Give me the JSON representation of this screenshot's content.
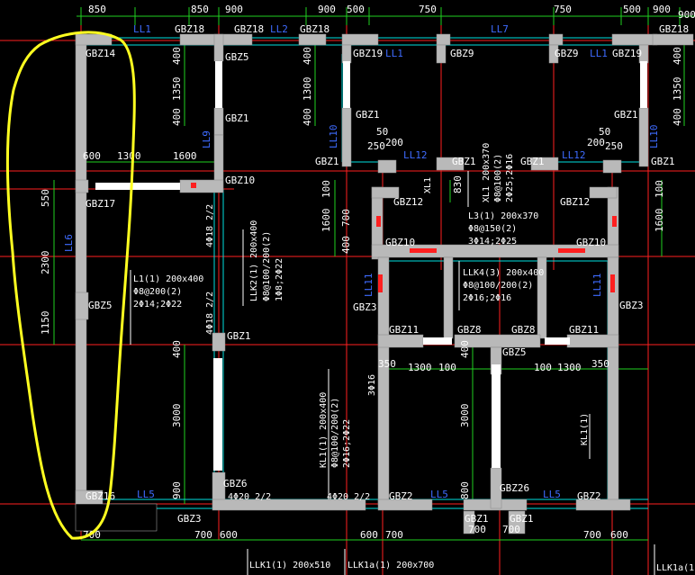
{
  "colors": {
    "background": "#000000",
    "wall": "#b9b9b9",
    "red_line": "#ff2020",
    "green_dim": "#20d020",
    "cyan": "#00e0e0",
    "blue_label": "#3e6bff",
    "highlight": "#ffff20"
  },
  "top_dims": [
    "850",
    "850",
    "900",
    "900",
    "500",
    "750",
    "750",
    "500",
    "900"
  ],
  "column_labels": [
    {
      "id": "gbz14",
      "text": "GBZ14"
    },
    {
      "id": "gbz18a",
      "text": "GBZ18"
    },
    {
      "id": "gbz18b",
      "text": "GBZ18"
    },
    {
      "id": "gbz18c",
      "text": "GBZ18"
    },
    {
      "id": "gbz18d",
      "text": "GBZ18"
    },
    {
      "id": "gbz5a",
      "text": "GBZ5"
    },
    {
      "id": "gbz19a",
      "text": "GBZ19"
    },
    {
      "id": "gbz9a",
      "text": "GBZ9"
    },
    {
      "id": "gbz9b",
      "text": "GBZ9"
    },
    {
      "id": "gbz19b",
      "text": "GBZ19"
    },
    {
      "id": "gbz1a",
      "text": "GBZ1"
    },
    {
      "id": "gbz1b",
      "text": "GBZ1"
    },
    {
      "id": "gbz1c",
      "text": "GBZ1"
    },
    {
      "id": "gbz1d",
      "text": "GBZ1"
    },
    {
      "id": "gbz1e",
      "text": "GBZ1"
    },
    {
      "id": "gbz1f",
      "text": "GBZ1"
    },
    {
      "id": "gbz1g",
      "text": "GBZ1"
    },
    {
      "id": "gbz10a",
      "text": "GBZ10"
    },
    {
      "id": "gbz17",
      "text": "GBZ17"
    },
    {
      "id": "gbz12a",
      "text": "GBZ12"
    },
    {
      "id": "gbz12b",
      "text": "GBZ12"
    },
    {
      "id": "gbz10b",
      "text": "GBZ10"
    },
    {
      "id": "gbz10c",
      "text": "GBZ10"
    },
    {
      "id": "gbz5b",
      "text": "GBZ5"
    },
    {
      "id": "gbz3a",
      "text": "GBZ3"
    },
    {
      "id": "gbz3b",
      "text": "GBZ3"
    },
    {
      "id": "gbz1h",
      "text": "GBZ1"
    },
    {
      "id": "gbz11a",
      "text": "GBZ11"
    },
    {
      "id": "gbz8a",
      "text": "GBZ8"
    },
    {
      "id": "gbz8b",
      "text": "GBZ8"
    },
    {
      "id": "gbz11b",
      "text": "GBZ11"
    },
    {
      "id": "gbz5c",
      "text": "GBZ5"
    },
    {
      "id": "gbz6",
      "text": "GBZ6"
    },
    {
      "id": "gbz16",
      "text": "GBZ16"
    },
    {
      "id": "gbz2a",
      "text": "GBZ2"
    },
    {
      "id": "gbz26",
      "text": "GBZ26"
    },
    {
      "id": "gbz2b",
      "text": "GBZ2"
    },
    {
      "id": "gbz3c",
      "text": "GBZ3"
    },
    {
      "id": "gbz1i",
      "text": "GBZ1"
    },
    {
      "id": "gbz1j",
      "text": "GBZ1"
    }
  ],
  "beam_labels": {
    "ll1a": "LL1",
    "ll2": "LL2",
    "ll7": "LL7",
    "ll1b": "LL1",
    "ll1c": "LL1",
    "ll9": "LL9",
    "ll10a": "LL10",
    "ll12a": "LL12",
    "ll12b": "LL12",
    "ll10b": "LL10",
    "ll6": "LL6",
    "ll11a": "LL11",
    "ll11b": "LL11",
    "ll5a": "LL5",
    "ll5b": "LL5",
    "ll5c": "LL5"
  },
  "dims": {
    "d400a": "400",
    "d1350": "1350",
    "d400b": "400",
    "d400c": "400",
    "d1300a": "1300",
    "d400d": "400",
    "d400e": "400",
    "d1350b": "1350",
    "d400f": "400",
    "d600": "600",
    "d1300b": "1300",
    "d1600a": "1600",
    "d550": "550",
    "d2300": "2300",
    "d1150": "1150",
    "d50a": "50",
    "d200a": "200",
    "d250a": "250",
    "d50b": "50",
    "d200b": "200",
    "d250b": "250",
    "d100a": "100",
    "d1600b": "1600",
    "d400g": "400",
    "d700a": "700",
    "d100b": "100",
    "d1600c": "1600",
    "d830": "830",
    "d400h": "400",
    "d3000a": "3000",
    "d900a": "900",
    "d350a": "350",
    "d1300c": "1300",
    "d100c": "100",
    "d400i": "400",
    "d3000b": "3000",
    "d800": "800",
    "d100d": "100",
    "d1300d": "1300",
    "d350b": "350",
    "d900b": "900",
    "b700a": "700",
    "b700b": "700",
    "b600a": "600",
    "b600b": "600",
    "b700c": "700",
    "b700d": "700",
    "b700e": "700",
    "b700f": "700",
    "b600c": "600"
  },
  "annotations": {
    "l1_a": "L1(1) 200x400",
    "l1_b": "Φ8@200(2)",
    "l1_c": "2Φ14;2Φ22",
    "llk2_a": "LLK2(1) 200x400",
    "llk2_b": "Φ8@100/200(2)",
    "llk2_c": "1Φ8;2Φ22",
    "rebar_a": "4Φ18 2/2",
    "rebar_b": "4Φ18 2/2",
    "xl1": "XL1",
    "xl1_note_a": "XL1 200x370",
    "xl1_note_b": "Φ8@100(2)",
    "xl1_note_c": "2Φ25;2Φ16",
    "l3_a": "L3(1) 200x370",
    "l3_b": "Φ8@150(2)",
    "l3_c": "3Φ14;2Φ25",
    "llk4_a": "LLK4(3) 200x400",
    "llk4_b": "Φ8@100/200(2)",
    "llk4_c": "2Φ16;2Φ16",
    "kl1_a": "KL1(1) 200x400",
    "kl1_b": "Φ8@100/200(2)",
    "kl1_c": "2Φ16;2Φ22",
    "phi3": "3Φ16",
    "kl1_short": "KL1(1)",
    "rebar_c": "4Φ20 2/2",
    "rebar_d": "4Φ20 2/2",
    "llk1_a": "LLK1(1) 200x510",
    "llk1a": "LLK1a(1) 200x700",
    "llk1a_b": "LLK1a(1)"
  }
}
